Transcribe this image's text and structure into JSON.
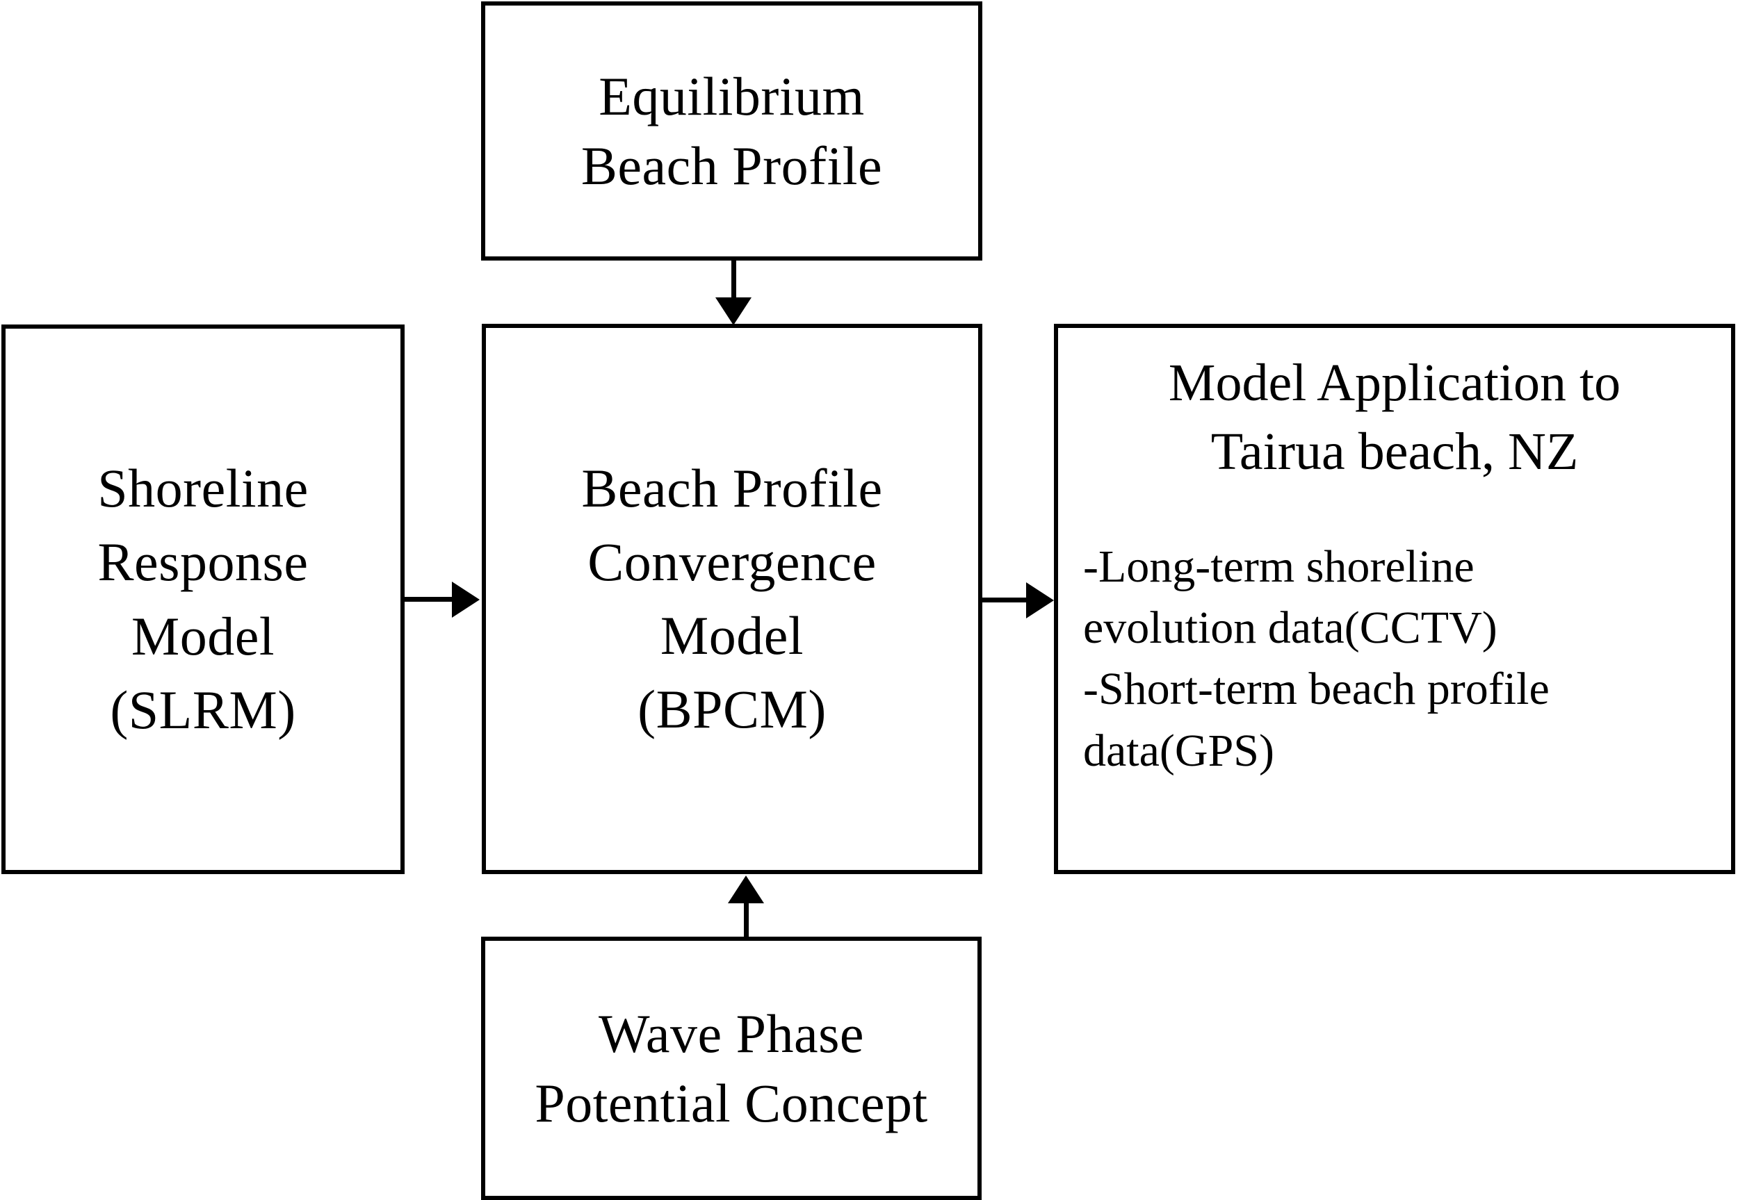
{
  "diagram": {
    "type": "flowchart",
    "background_color": "#ffffff",
    "line_color": "#000000",
    "nodes": [
      {
        "id": "equilibrium",
        "name": "equilibrium-beach-profile",
        "text": "Equilibrium\nBeach Profile"
      },
      {
        "id": "slrm",
        "name": "shoreline-response-model",
        "text": "Shoreline\nResponse\nModel\n(SLRM)"
      },
      {
        "id": "bpcm",
        "name": "beach-profile-convergence-model",
        "text": "Beach Profile\nConvergence\nModel\n(BPCM)"
      },
      {
        "id": "application",
        "name": "model-application",
        "title": "Model Application to\nTairua beach, NZ",
        "bullets": [
          "-Long-term  shoreline\n evolution  data(CCTV)",
          "-Short-term  beach profile\n data(GPS)"
        ]
      },
      {
        "id": "wave",
        "name": "wave-phase-potential-concept",
        "text": "Wave Phase\nPotential Concept"
      }
    ],
    "connectors": [
      {
        "id": "equilibrium-to-bpcm",
        "from": "equilibrium",
        "to": "bpcm",
        "direction": "down"
      },
      {
        "id": "slrm-to-bpcm",
        "from": "slrm",
        "to": "bpcm",
        "direction": "right"
      },
      {
        "id": "bpcm-to-application",
        "from": "bpcm",
        "to": "application",
        "direction": "right"
      },
      {
        "id": "wave-to-bpcm",
        "from": "wave",
        "to": "bpcm",
        "direction": "up"
      }
    ]
  }
}
